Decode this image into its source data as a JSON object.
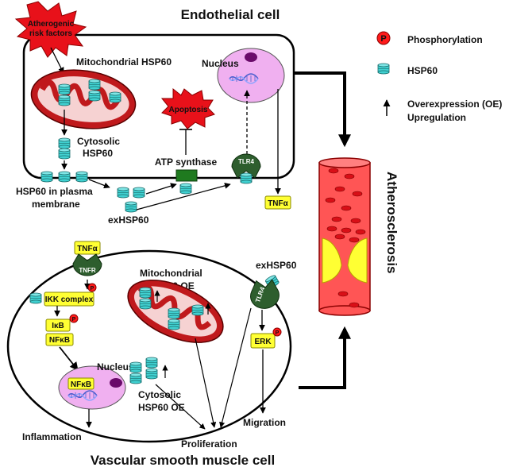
{
  "cells": {
    "endothelial_title": "Endothelial cell",
    "smooth_muscle_title": "Vascular smooth muscle cell"
  },
  "endothelial": {
    "risk_factors_line1": "Atherogenic",
    "risk_factors_line2": "risk factors",
    "mito_label": "Mitochondrial HSP60",
    "cytosolic_line1": "Cytosolic",
    "cytosolic_line2": "HSP60",
    "membrane_line1": "HSP60 in plasma",
    "membrane_line2": "membrane",
    "exhsp60": "exHSP60",
    "atp_synthase": "ATP synthase",
    "apoptosis": "Apoptosis",
    "nucleus": "Nucleus",
    "tlr4": "TLR4",
    "tnfa": "TNFα"
  },
  "smooth_muscle": {
    "tnfa": "TNFα",
    "tnfr": "TNFR",
    "ikk_complex": "IKK complex",
    "ikb": "IκB",
    "nfkb": "NFκB",
    "nucleus": "Nucleus",
    "nucleus_nfkb": "NFκB",
    "mito_line1": "Mitochondrial",
    "mito_line2": "HSP60 OE",
    "cytosolic_line1": "Cytosolic",
    "cytosolic_line2": "HSP60 OE",
    "exhsp60": "exHSP60",
    "tlr4": "TLR4",
    "erk": "ERK",
    "inflammation": "Inflammation",
    "proliferation": "Proliferation",
    "migration": "Migration"
  },
  "artery_label": "Atherosclerosis",
  "legend": {
    "phosphorylation_symbol": "P",
    "phosphorylation": "Phosphorylation",
    "hsp60": "HSP60",
    "oe_line1": "Overexpression (OE)",
    "oe_line2": "Upregulation"
  },
  "colors": {
    "hsp60": "#40d0d0",
    "phospho": "#ff1a1a",
    "label_box": "#ffff33",
    "receptor": "#2e5e2e",
    "nucleus": "#f0b0f0",
    "mito": "#c0191c",
    "artery": "#ff5555"
  }
}
